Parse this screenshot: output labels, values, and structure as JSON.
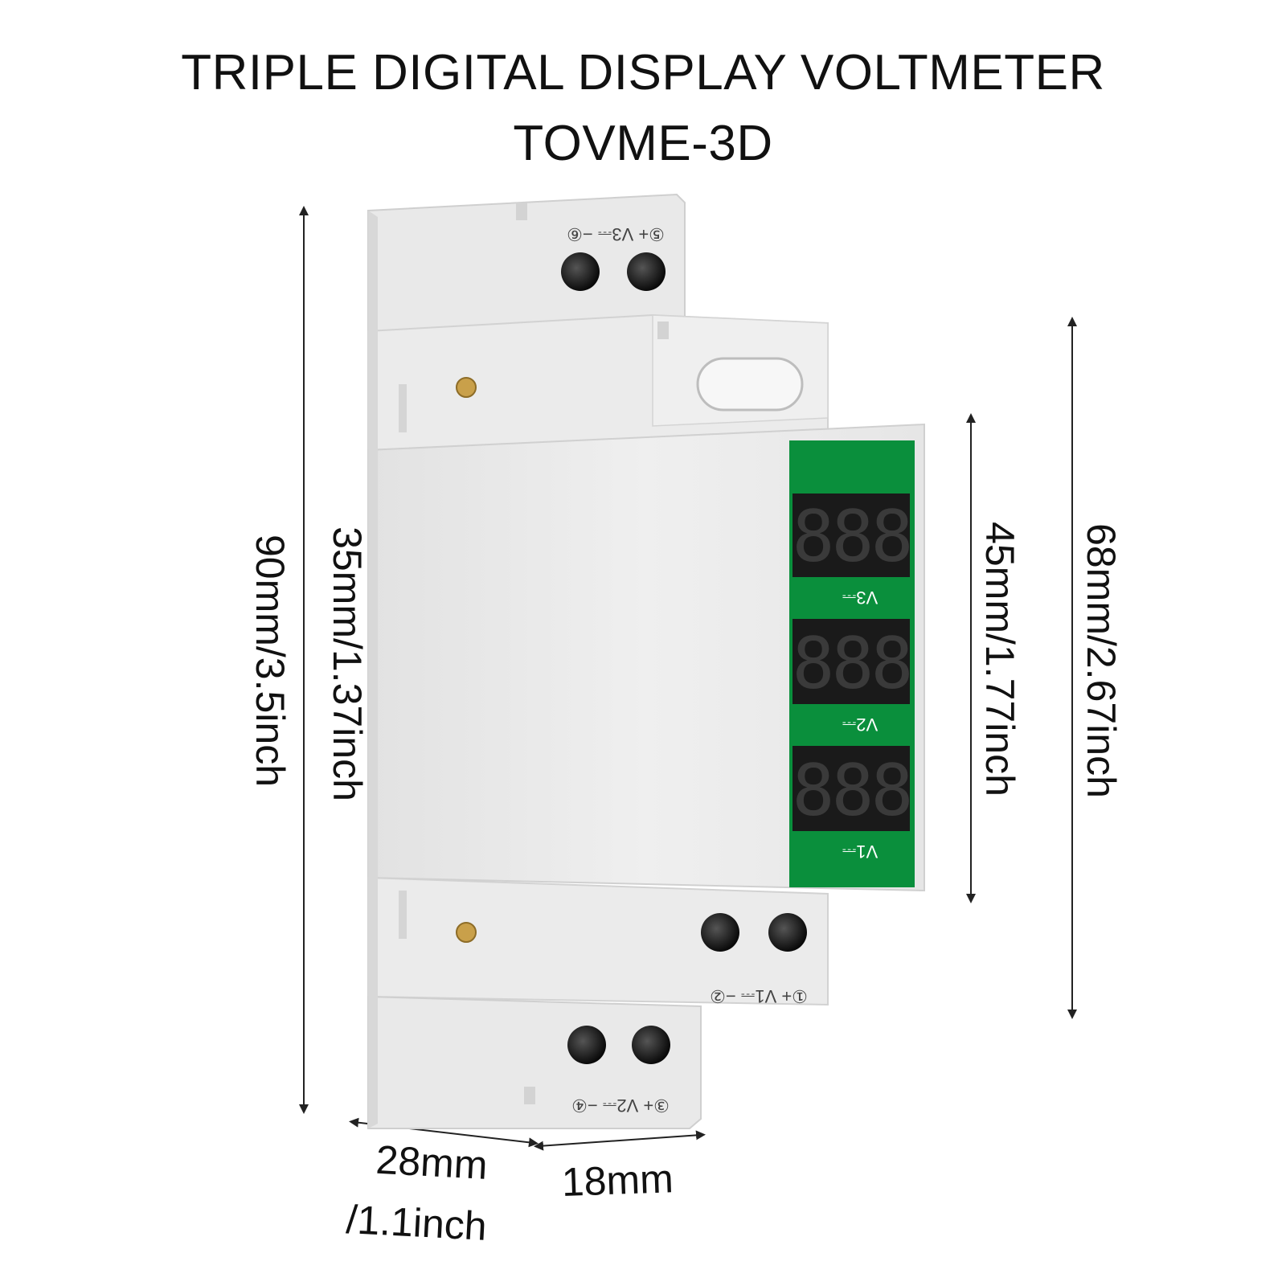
{
  "title": {
    "line1": "TRIPLE DIGITAL DISPLAY VOLTMETER",
    "line2": "TOVME-3D"
  },
  "dimensions": {
    "height_total": "90mm/3.5inch",
    "height_front": "35mm/1.37inch",
    "height_display": "45mm/1.77inch",
    "height_step": "68mm/2.67inch",
    "depth_line1": "28mm",
    "depth_line2": "/1.1inch",
    "width": "18mm"
  },
  "display": {
    "digits": "888",
    "channel_labels": [
      "V3⎓",
      "V2⎓",
      "V1⎓"
    ]
  },
  "terminals": {
    "top": "⑤+ V3⎓ −⑥",
    "right": "①+ V1⎓ −②",
    "bottom": "③+ V2⎓ −④"
  },
  "colors": {
    "green": "#0a8f3c",
    "body": "#ececec",
    "body_shadow": "#d6d6d6",
    "display_bg": "#1a1a1a",
    "digit_off": "#3a3a3a"
  }
}
